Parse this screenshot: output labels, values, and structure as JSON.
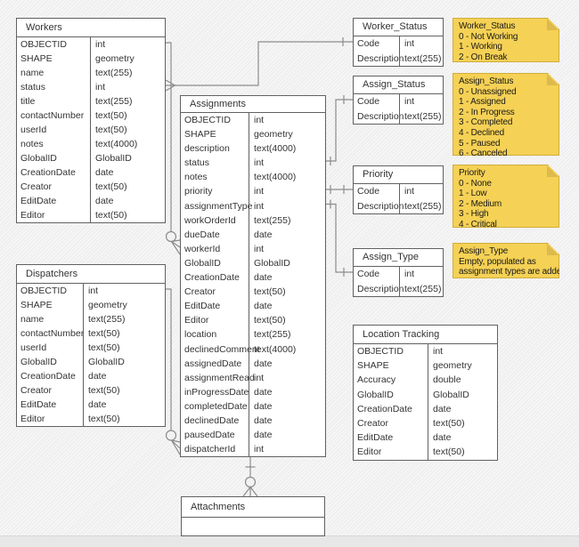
{
  "entities": [
    {
      "id": "workers",
      "title": "Workers",
      "fields": [
        {
          "name": "OBJECTID",
          "type": "int"
        },
        {
          "name": "SHAPE",
          "type": "geometry"
        },
        {
          "name": "name",
          "type": "text(255)"
        },
        {
          "name": "status",
          "type": "int"
        },
        {
          "name": "title",
          "type": "text(255)"
        },
        {
          "name": "contactNumber",
          "type": "text(50)"
        },
        {
          "name": "userId",
          "type": "text(50)"
        },
        {
          "name": "notes",
          "type": "text(4000)"
        },
        {
          "name": "GlobalID",
          "type": "GlobalID"
        },
        {
          "name": "CreationDate",
          "type": "date"
        },
        {
          "name": "Creator",
          "type": "text(50)"
        },
        {
          "name": "EditDate",
          "type": "date"
        },
        {
          "name": "Editor",
          "type": "text(50)"
        }
      ]
    },
    {
      "id": "dispatchers",
      "title": "Dispatchers",
      "fields": [
        {
          "name": "OBJECTID",
          "type": "int"
        },
        {
          "name": "SHAPE",
          "type": "geometry"
        },
        {
          "name": "name",
          "type": "text(255)"
        },
        {
          "name": "contactNumber",
          "type": "text(50)"
        },
        {
          "name": "userId",
          "type": "text(50)"
        },
        {
          "name": "GlobalID",
          "type": "GlobalID"
        },
        {
          "name": "CreationDate",
          "type": "date"
        },
        {
          "name": "Creator",
          "type": "text(50)"
        },
        {
          "name": "EditDate",
          "type": "date"
        },
        {
          "name": "Editor",
          "type": "text(50)"
        }
      ]
    },
    {
      "id": "assignments",
      "title": "Assignments",
      "fields": [
        {
          "name": "OBJECTID",
          "type": "int"
        },
        {
          "name": "SHAPE",
          "type": "geometry"
        },
        {
          "name": "description",
          "type": "text(4000)"
        },
        {
          "name": "status",
          "type": "int"
        },
        {
          "name": "notes",
          "type": "text(4000)"
        },
        {
          "name": "priority",
          "type": "int"
        },
        {
          "name": "assignmentType",
          "type": "int"
        },
        {
          "name": "workOrderId",
          "type": "text(255)"
        },
        {
          "name": "dueDate",
          "type": "date"
        },
        {
          "name": "workerId",
          "type": "int"
        },
        {
          "name": "GlobalID",
          "type": "GlobalID"
        },
        {
          "name": "CreationDate",
          "type": "date"
        },
        {
          "name": "Creator",
          "type": "text(50)"
        },
        {
          "name": "EditDate",
          "type": "date"
        },
        {
          "name": "Editor",
          "type": "text(50)"
        },
        {
          "name": "location",
          "type": "text(255)"
        },
        {
          "name": "declinedComment",
          "type": "text(4000)"
        },
        {
          "name": "assignedDate",
          "type": "date"
        },
        {
          "name": "assignmentRead",
          "type": "int"
        },
        {
          "name": "inProgressDate",
          "type": "date"
        },
        {
          "name": "completedDate",
          "type": "date"
        },
        {
          "name": "declinedDate",
          "type": "date"
        },
        {
          "name": "pausedDate",
          "type": "date"
        },
        {
          "name": "dispatcherId",
          "type": "int"
        }
      ]
    },
    {
      "id": "worker_status",
      "title": "Worker_Status",
      "fields": [
        {
          "name": "Code",
          "type": "int"
        },
        {
          "name": "Description",
          "type": "text(255)"
        }
      ]
    },
    {
      "id": "assign_status",
      "title": "Assign_Status",
      "fields": [
        {
          "name": "Code",
          "type": "int"
        },
        {
          "name": "Description",
          "type": "text(255)"
        }
      ]
    },
    {
      "id": "priority",
      "title": "Priority",
      "fields": [
        {
          "name": "Code",
          "type": "int"
        },
        {
          "name": "Description",
          "type": "text(255)"
        }
      ]
    },
    {
      "id": "assign_type",
      "title": "Assign_Type",
      "fields": [
        {
          "name": "Code",
          "type": "int"
        },
        {
          "name": "Description",
          "type": "text(255)"
        }
      ]
    },
    {
      "id": "location_tracking",
      "title": "Location Tracking",
      "fields": [
        {
          "name": "OBJECTID",
          "type": "int"
        },
        {
          "name": "SHAPE",
          "type": "geometry"
        },
        {
          "name": "Accuracy",
          "type": "double"
        },
        {
          "name": "GlobalID",
          "type": "GlobalID"
        },
        {
          "name": "CreationDate",
          "type": "date"
        },
        {
          "name": "Creator",
          "type": "text(50)"
        },
        {
          "name": "EditDate",
          "type": "date"
        },
        {
          "name": "Editor",
          "type": "text(50)"
        }
      ]
    },
    {
      "id": "attachments",
      "title": "Attachments",
      "fields": []
    }
  ],
  "notes": [
    {
      "id": "worker_status_note",
      "title": "Worker_Status",
      "lines": [
        "0 - Not Working",
        "1 - Working",
        "2 - On Break"
      ]
    },
    {
      "id": "assign_status_note",
      "title": "Assign_Status",
      "lines": [
        "0 - Unassigned",
        "1 - Assigned",
        "2 - In Progress",
        "3 - Completed",
        "4 - Declined",
        "5 - Paused",
        "6 - Canceled"
      ]
    },
    {
      "id": "priority_note",
      "title": "Priority",
      "lines": [
        "0 - None",
        "1 - Low",
        "2 - Medium",
        "3 - High",
        "4 - Critical"
      ]
    },
    {
      "id": "assign_type_note",
      "title": "Assign_Type",
      "lines": [
        "Empty, populated as",
        "assignment types are added"
      ]
    }
  ],
  "relationships": [
    {
      "from": "Workers.OBJECTID",
      "to": "Assignments.workerId",
      "from_marker": "none",
      "to_marker": "zero-or-many"
    },
    {
      "from": "Workers.status",
      "to": "Worker_Status.Code",
      "from_marker": "many",
      "to_marker": "one"
    },
    {
      "from": "Dispatchers.OBJECTID",
      "to": "Assignments.dispatcherId",
      "from_marker": "none",
      "to_marker": "zero-or-many"
    },
    {
      "from": "Assignments.status",
      "to": "Assign_Status.Code",
      "from_marker": "one",
      "to_marker": "one"
    },
    {
      "from": "Assignments.priority",
      "to": "Priority.Code",
      "from_marker": "one",
      "to_marker": "one"
    },
    {
      "from": "Assignments.assignmentType",
      "to": "Assign_Type.Code",
      "from_marker": "one",
      "to_marker": "one"
    },
    {
      "from": "Assignments",
      "to": "Attachments",
      "from_marker": "one",
      "to_marker": "zero-or-many"
    }
  ],
  "colors": {
    "background": "#f2f2f3",
    "footer": "#e7e7e8",
    "table_fill": "#ffffff",
    "table_border": "#616161",
    "text": "#333333",
    "line": "#8c8c8c",
    "note_fill": "#f5d155",
    "note_fold": "#dcba4e",
    "note_border": "#cfad3f",
    "note_text": "#1a1a1a"
  }
}
